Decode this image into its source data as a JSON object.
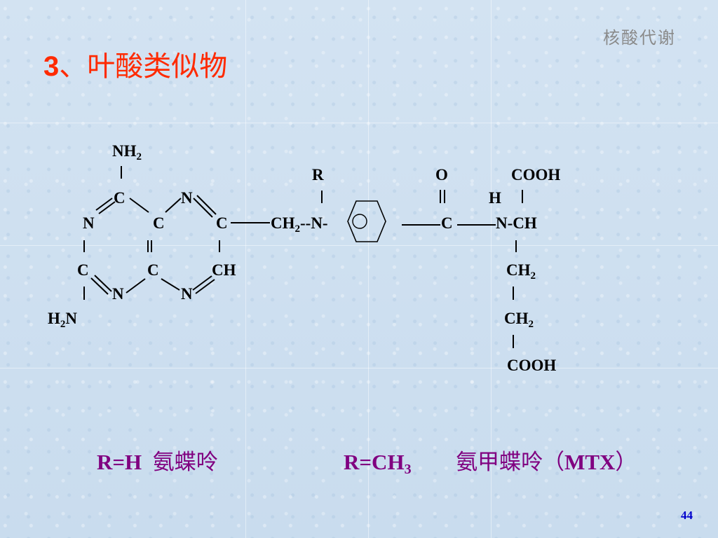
{
  "header": {
    "corner_title": "核酸代谢",
    "title_number": "3",
    "title_text": "、叶酸类似物"
  },
  "structure": {
    "atoms": {
      "nh2_top": "NH",
      "nh2_top_sub": "2",
      "c_top": "C",
      "n_top_right": "N",
      "n_left": "N",
      "c_mid": "C",
      "c_right": "C",
      "c_bottom_left": "C",
      "c_bottom_mid": "C",
      "ch_right": "CH",
      "n_bottom_left": "N",
      "n_bottom_right": "N",
      "h2n": "H",
      "h2n_sub": "2",
      "h2n_n": "N",
      "chain_ch2": "CH",
      "chain_ch2_sub": "2",
      "chain_n": "--N-",
      "r_label": "R",
      "o_label": "O",
      "cooh_top": "COOH",
      "h_label": "H",
      "carbonyl_c": "C",
      "n_ch": "N-CH",
      "ch2_a": "CH",
      "ch2_a_sub": "2",
      "ch2_b": "CH",
      "ch2_b_sub": "2",
      "cooh_bottom": "COOH"
    }
  },
  "labels": {
    "left_formula": "R=H",
    "left_name": "氨蝶呤",
    "right_formula_main": "R=CH",
    "right_formula_sub": "3",
    "right_name": "氨甲蝶呤（",
    "right_abbrev": "MTX",
    "right_close": "）"
  },
  "footer": {
    "page_number": "44"
  }
}
